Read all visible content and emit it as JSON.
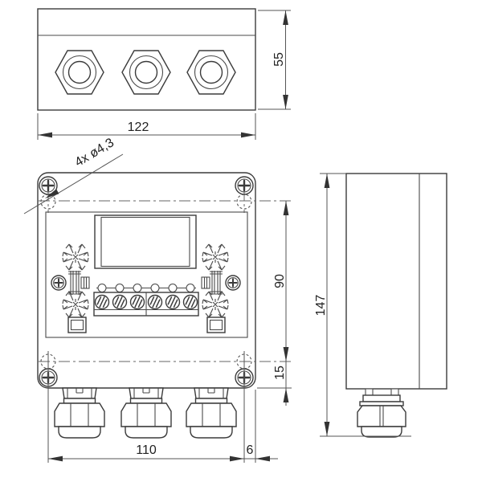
{
  "drawing": {
    "labels": {
      "mount_holes": "4x ø4,3",
      "width": "122",
      "depth": "55",
      "hole_pitch_vertical": "90",
      "hole_offset_bottom": "15",
      "hole_pitch_horizontal": "110",
      "hole_offset_side": "6",
      "overall_height": "147"
    },
    "colors": {
      "line": "#3b3b3b",
      "dimension": "#555555",
      "background": "#ffffff"
    }
  }
}
